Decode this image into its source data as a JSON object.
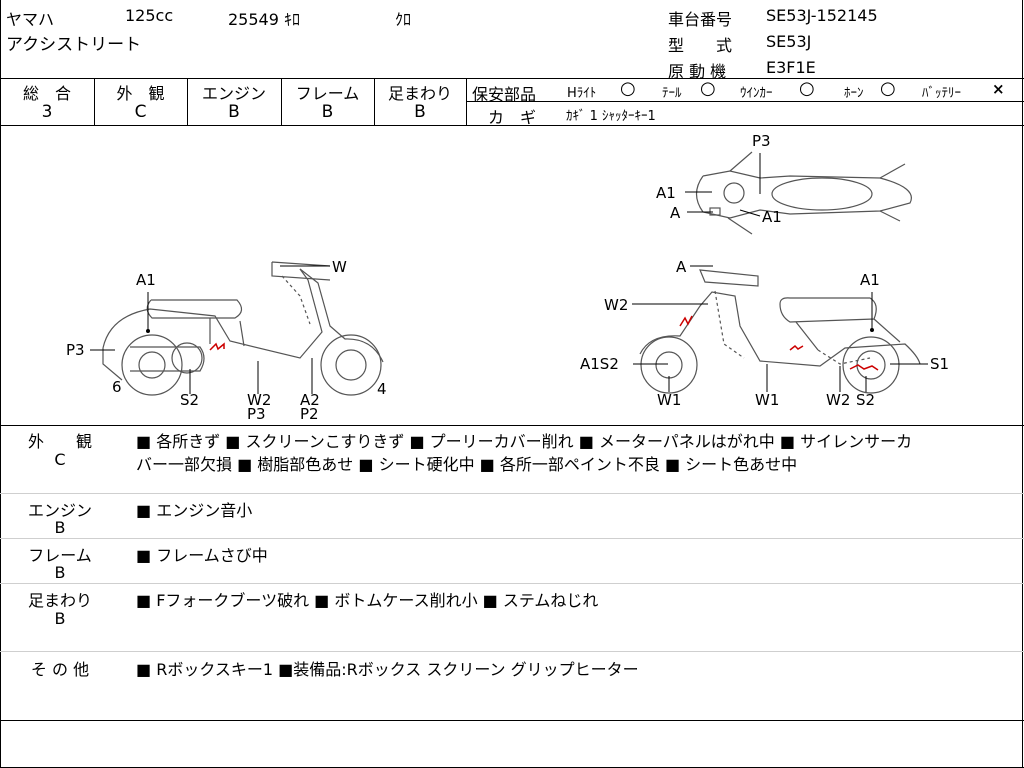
{
  "header": {
    "maker": "ヤマハ",
    "displacement": "125cc",
    "mileage": "25549 ｷﾛ",
    "color": "ｸﾛ",
    "model_name": "アクシストリート",
    "chassis_label": "車台番号",
    "chassis_value": "SE53J-152145",
    "type_label": "型　　式",
    "type_value": "SE53J",
    "engine_label": "原 動 機",
    "engine_value": "E3F1E"
  },
  "grades": [
    {
      "label": "総　合",
      "value": "3"
    },
    {
      "label": "外　観",
      "value": "C"
    },
    {
      "label": "エンジン",
      "value": "B"
    },
    {
      "label": "フレーム",
      "value": "B"
    },
    {
      "label": "足まわり",
      "value": "B"
    }
  ],
  "safety": {
    "label": "保安部品",
    "headlight": "Hﾗｲﾄ",
    "headlight_mark": "○",
    "tail": "ﾃｰﾙ",
    "tail_mark": "○",
    "winker": "ｳｲﾝｶｰ",
    "winker_mark": "○",
    "horn": "ﾎｰﾝ",
    "horn_mark": "○",
    "battery": "ﾊﾞｯﾃﾘｰ",
    "battery_mark": "×",
    "key_label": "カ　ギ",
    "key_value": "ｶｷﾞ 1 ｼｬｯﾀｰｷｰ1"
  },
  "diagram_labels": {
    "left_view": [
      "W",
      "A1",
      "P3",
      "6",
      "S2",
      "W2",
      "P3",
      "A2",
      "P2",
      "4"
    ],
    "right_view": [
      "A",
      "A1",
      "W2",
      "A1S2",
      "S1",
      "W1",
      "W1",
      "W2",
      "S2"
    ],
    "top_view": [
      "P3",
      "A1",
      "A",
      "A1"
    ]
  },
  "notes": [
    {
      "category": "外　　観",
      "grade": "C",
      "line1": "■ 各所きず ■ スクリーンこすりきず ■ プーリーカバー削れ ■ メーターパネルはがれ中 ■ サイレンサーカ",
      "line2": "バー一部欠損 ■ 樹脂部色あせ ■ シート硬化中 ■ 各所一部ペイント不良 ■ シート色あせ中"
    },
    {
      "category": "エンジン",
      "grade": "B",
      "line1": "■ エンジン音小",
      "line2": ""
    },
    {
      "category": "フレーム",
      "grade": "B",
      "line1": "■ フレームさび中",
      "line2": ""
    },
    {
      "category": "足まわり",
      "grade": "B",
      "line1": "■ Fフォークブーツ破れ ■ ボトムケース削れ小 ■ ステムねじれ",
      "line2": ""
    },
    {
      "category": "そ の 他",
      "grade": "",
      "line1": "■ Rボックスキー1 ■装備品:Rボックス スクリーン グリップヒーター",
      "line2": ""
    }
  ]
}
